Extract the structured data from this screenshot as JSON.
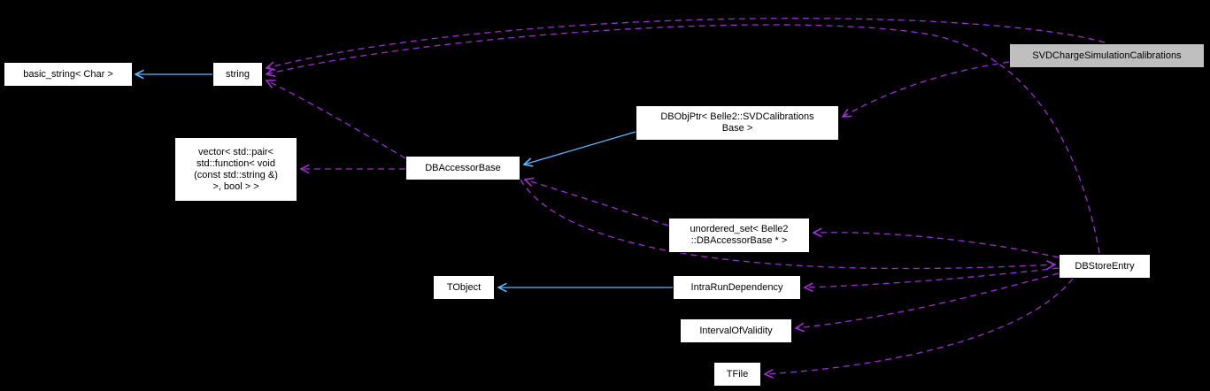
{
  "diagram": {
    "title": "Collaboration graph for SVDChargeSimulationCalibrations",
    "background_color": "#000000",
    "node_fill_color": "#ffffff",
    "highlighted_node_fill_color": "#bfbfbf",
    "node_text_color": "#000000",
    "inheritance_edge_color": "#63b8ff",
    "usage_edge_color": "#9a32cd"
  },
  "nodes": [
    {
      "id": "basic-string",
      "label": "basic_string< Char >"
    },
    {
      "id": "string",
      "label": "string"
    },
    {
      "id": "svd-charge-simulation-calibrations",
      "label": "SVDChargeSimulationCalibrations",
      "highlighted": true
    },
    {
      "id": "dbobjptr",
      "label": "DBObjPtr< Belle2::SVDCalibrations\nBase >"
    },
    {
      "id": "vector-pair-function",
      "label": "vector< std::pair<\nstd::function< void\n(const std::string &)\n>, bool > >"
    },
    {
      "id": "dbaccessorbase",
      "label": "DBAccessorBase"
    },
    {
      "id": "unordered-set",
      "label": "unordered_set< Belle2\n::DBAccessorBase * >"
    },
    {
      "id": "dbstoreentry",
      "label": "DBStoreEntry"
    },
    {
      "id": "tobject",
      "label": "TObject"
    },
    {
      "id": "intrarundependency",
      "label": "IntraRunDependency"
    },
    {
      "id": "intervalofvalidity",
      "label": "IntervalOfValidity"
    },
    {
      "id": "tfile",
      "label": "TFile"
    }
  ],
  "edges": [
    {
      "from": "string",
      "to": "basic-string",
      "type": "inheritance"
    },
    {
      "from": "dbobjptr",
      "to": "dbaccessorbase",
      "type": "inheritance"
    },
    {
      "from": "intrarundependency",
      "to": "tobject",
      "type": "inheritance"
    },
    {
      "from": "svd-charge-simulation-calibrations",
      "to": "string",
      "type": "usage"
    },
    {
      "from": "svd-charge-simulation-calibrations",
      "to": "dbobjptr",
      "type": "usage"
    },
    {
      "from": "dbstoreentry",
      "to": "string",
      "type": "usage"
    },
    {
      "from": "dbaccessorbase",
      "to": "string",
      "type": "usage"
    },
    {
      "from": "dbaccessorbase",
      "to": "vector-pair-function",
      "type": "usage"
    },
    {
      "from": "dbaccessorbase",
      "to": "dbstoreentry",
      "type": "usage"
    },
    {
      "from": "dbstoreentry",
      "to": "unordered-set",
      "type": "usage"
    },
    {
      "from": "unordered-set",
      "to": "dbaccessorbase",
      "type": "usage"
    },
    {
      "from": "dbstoreentry",
      "to": "intrarundependency",
      "type": "usage"
    },
    {
      "from": "dbstoreentry",
      "to": "intervalofvalidity",
      "type": "usage"
    },
    {
      "from": "dbstoreentry",
      "to": "tfile",
      "type": "usage"
    }
  ]
}
